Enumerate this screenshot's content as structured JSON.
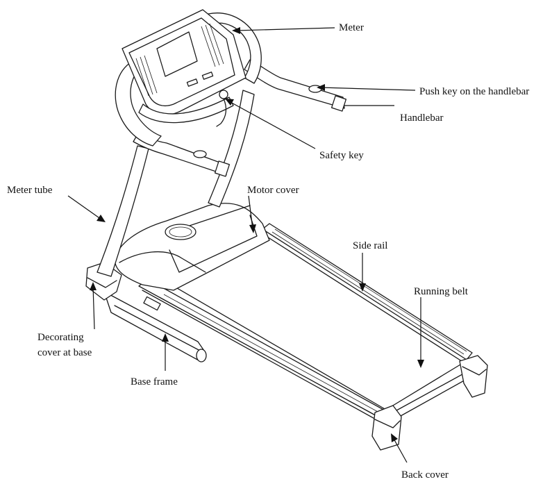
{
  "labels": {
    "meter": "Meter",
    "push_key": "Push key on the handlebar",
    "handlebar": "Handlebar",
    "safety_key": "Safety key",
    "meter_tube": "Meter tube",
    "motor_cover": "Motor cover",
    "side_rail": "Side rail",
    "running_belt": "Running belt",
    "decorating_cover_line1": "Decorating",
    "decorating_cover_line2": "cover at base",
    "base_frame": "Base frame",
    "back_cover": "Back cover"
  }
}
